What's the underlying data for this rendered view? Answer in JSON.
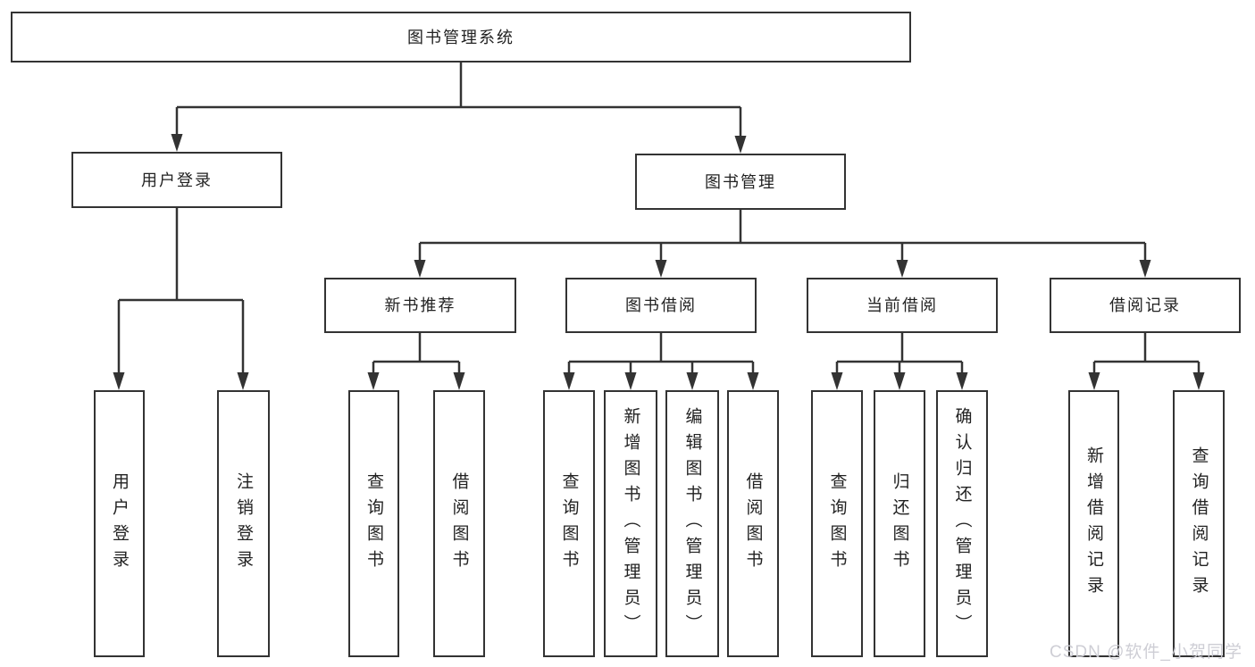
{
  "diagram_title": "图书管理系统",
  "tree": {
    "label": "图书管理系统",
    "children": [
      {
        "label": "用户登录",
        "children": [
          {
            "label": "用户登录"
          },
          {
            "label": "注销登录"
          }
        ]
      },
      {
        "label": "图书管理",
        "children": [
          {
            "label": "新书推荐",
            "children": [
              {
                "label": "查询图书"
              },
              {
                "label": "借阅图书"
              }
            ]
          },
          {
            "label": "图书借阅",
            "children": [
              {
                "label": "查询图书"
              },
              {
                "label": "新增图书（管理员）"
              },
              {
                "label": "编辑图书（管理员）"
              },
              {
                "label": "借阅图书"
              }
            ]
          },
          {
            "label": "当前借阅",
            "children": [
              {
                "label": "查询图书"
              },
              {
                "label": "归还图书"
              },
              {
                "label": "确认归还（管理员）"
              }
            ]
          },
          {
            "label": "借阅记录",
            "children": [
              {
                "label": "新增借阅记录"
              },
              {
                "label": "查询借阅记录"
              }
            ]
          }
        ]
      }
    ]
  },
  "watermark": {
    "text": "CSDN @软件_小贺同学"
  },
  "colors": {
    "line": "#333333",
    "box_border": "#333333",
    "text": "#222222",
    "background": "#ffffff",
    "watermark": "#cbcbd3"
  }
}
